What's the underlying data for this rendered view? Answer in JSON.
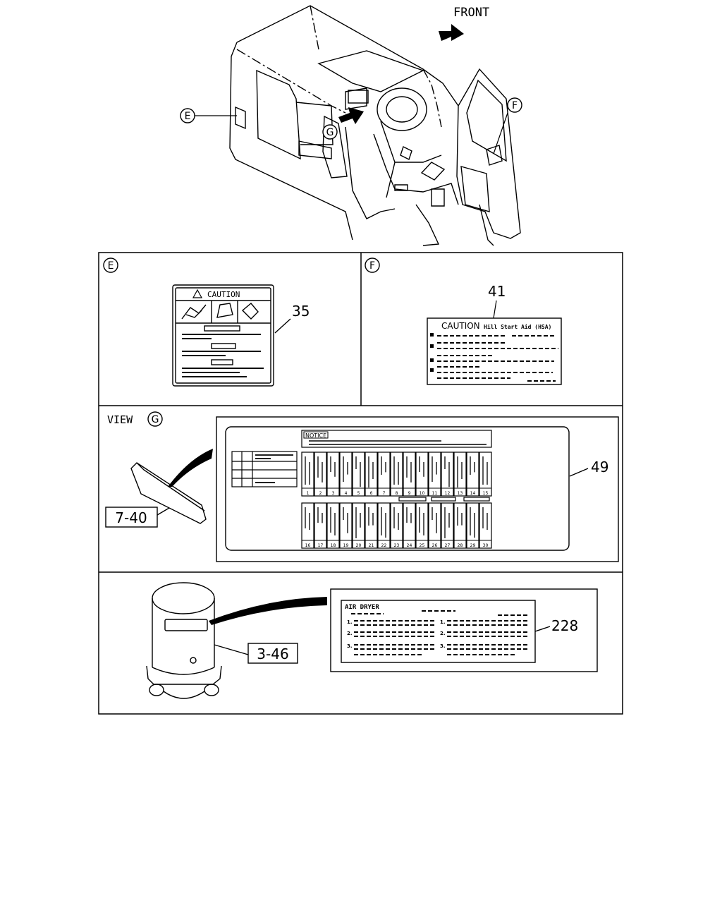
{
  "header": {
    "direction_label": "FRONT"
  },
  "callouts": {
    "e": "E",
    "f": "F",
    "g": "G"
  },
  "panels": {
    "e": {
      "letter": "E",
      "part_number": "35",
      "label_title": "CAUTION"
    },
    "f": {
      "letter": "F",
      "part_number": "41",
      "label_title": "CAUTION",
      "label_subtitle": "Hill Start Aid (HSA)"
    },
    "g": {
      "view_prefix": "VIEW",
      "letter": "G",
      "ref_part": "7-40",
      "part_number": "49",
      "notice_title": "NOTICE",
      "fuse_numbers_top": [
        "1",
        "2",
        "3",
        "4",
        "5",
        "6",
        "7",
        "8",
        "9",
        "10",
        "11",
        "12",
        "13",
        "14",
        "15"
      ],
      "fuse_numbers_bottom": [
        "16",
        "17",
        "18",
        "19",
        "20",
        "21",
        "22",
        "23",
        "24",
        "25",
        "26",
        "27",
        "28",
        "29",
        "30"
      ]
    },
    "air": {
      "ref_part": "3-46",
      "part_number": "228",
      "label_title": "AIR DRYER",
      "bullets_left": [
        "1.",
        "2.",
        "3."
      ],
      "bullets_right": [
        "1.",
        "2.",
        "3."
      ]
    }
  },
  "colors": {
    "line": "#000000",
    "background": "#ffffff"
  }
}
